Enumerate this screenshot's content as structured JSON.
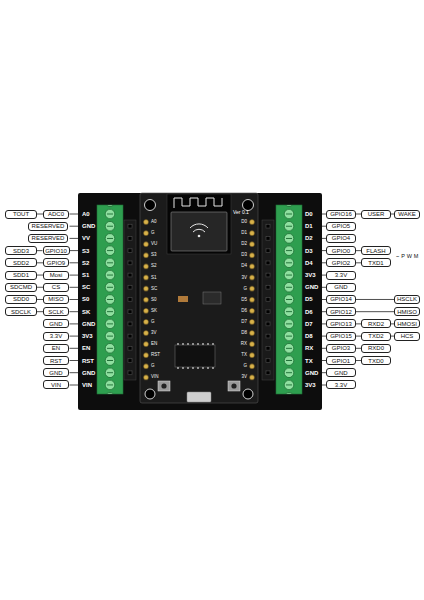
{
  "diagram": {
    "nodes": [
      {
        "text": [
          "TOUT"
        ]
      },
      {
        "text": [
          "ADC0"
        ]
      },
      {
        "text": [
          "RESERVED"
        ]
      },
      {
        "text": [
          "RESERVED"
        ]
      },
      {
        "text": [
          "SDD3"
        ]
      },
      {
        "text": [
          "GPIO10"
        ]
      },
      {
        "text": [
          "SDD2"
        ]
      },
      {
        "text": [
          "GPIO9"
        ]
      },
      {
        "text": [
          "SDD1"
        ]
      },
      {
        "text": [
          "Mosi"
        ]
      },
      {
        "text": [
          "SDCMD"
        ]
      },
      {
        "text": [
          "CS"
        ]
      },
      {
        "text": [
          "SDD0"
        ]
      },
      {
        "text": [
          "MISO"
        ]
      },
      {
        "text": [
          "SDCLK"
        ]
      },
      {
        "text": [
          "SCLK"
        ]
      },
      {
        "text": [
          "GND"
        ]
      },
      {
        "text": [
          "3.3V"
        ]
      },
      {
        "text": [
          "EN"
        ]
      },
      {
        "text": [
          "RST"
        ]
      },
      {
        "text": [
          "GND"
        ]
      },
      {
        "text": [
          "VIN"
        ]
      },
      {
        "text": [
          "GPIO16"
        ]
      },
      {
        "text": [
          "USER"
        ]
      },
      {
        "text": [
          "WAKE"
        ]
      },
      {
        "text": [
          "GPIO5"
        ]
      },
      {
        "text": [
          "GPIO4"
        ]
      },
      {
        "text": [
          "GPIO0"
        ]
      },
      {
        "text": [
          "FLASH"
        ]
      },
      {
        "text": [
          "GPIO2"
        ]
      },
      {
        "text": [
          "TXD1"
        ]
      },
      {
        "text": [
          "3.3V"
        ]
      },
      {
        "text": [
          "GND"
        ]
      },
      {
        "text": [
          "GPIO14"
        ]
      },
      {
        "text": [
          "HSCLK"
        ]
      },
      {
        "text": [
          "GPIO12"
        ]
      },
      {
        "text": [
          "HMISO"
        ]
      },
      {
        "text": [
          "GPIO13"
        ]
      },
      {
        "text": [
          "RXD2"
        ]
      },
      {
        "text": [
          "HMOSI"
        ]
      },
      {
        "text": [
          "GPIO15"
        ]
      },
      {
        "text": [
          "TXD2"
        ]
      },
      {
        "text": [
          "HCS"
        ]
      },
      {
        "text": [
          "GPIO3"
        ]
      },
      {
        "text": [
          "RXD0"
        ]
      },
      {
        "text": [
          "GPIO1"
        ]
      },
      {
        "text": [
          "TXD0"
        ]
      },
      {
        "text": [
          "GND"
        ]
      },
      {
        "text": [
          "3.3V"
        ]
      }
    ],
    "edges": [
      {
        "from": 0,
        "to": 1,
        "arrow": "none"
      },
      {
        "from": 4,
        "to": 5,
        "arrow": "none"
      },
      {
        "from": 6,
        "to": 7,
        "arrow": "none"
      },
      {
        "from": 8,
        "to": 9,
        "arrow": "none"
      },
      {
        "from": 10,
        "to": 11,
        "arrow": "none"
      },
      {
        "from": 12,
        "to": 13,
        "arrow": "none"
      },
      {
        "from": 14,
        "to": 15,
        "arrow": "none"
      },
      {
        "from": 22,
        "to": 23,
        "arrow": "none"
      },
      {
        "from": 23,
        "to": 24,
        "arrow": "none"
      },
      {
        "from": 27,
        "to": 28,
        "arrow": "none"
      },
      {
        "from": 29,
        "to": 30,
        "arrow": "none"
      },
      {
        "from": 33,
        "to": 34,
        "arrow": "none"
      },
      {
        "from": 35,
        "to": 36,
        "arrow": "none"
      },
      {
        "from": 37,
        "to": 38,
        "arrow": "none"
      },
      {
        "from": 38,
        "to": 39,
        "arrow": "none"
      },
      {
        "from": 40,
        "to": 41,
        "arrow": "none"
      },
      {
        "from": 41,
        "to": 42,
        "arrow": "none"
      },
      {
        "from": 43,
        "to": 44,
        "arrow": "none"
      },
      {
        "from": 45,
        "to": 46,
        "arrow": "none"
      }
    ],
    "labels": [
      "A0",
      "GND",
      "VV",
      "S3",
      "S2",
      "S1",
      "SC",
      "S0",
      "SK",
      "GND",
      "3V3",
      "EN",
      "RST",
      "GND",
      "VIN",
      "D0",
      "D1",
      "D2",
      "D3",
      "D4",
      "3V3",
      "GND",
      "D5",
      "D6",
      "D7",
      "D8",
      "RX",
      "TX",
      "GND",
      "3V3",
      "A0",
      "G",
      "VU",
      "S3",
      "S2",
      "S1",
      "SC",
      "S0",
      "SK",
      "G",
      "3V",
      "EN",
      "RST",
      "G",
      "VIN",
      "D0",
      "D1",
      "D2",
      "D3",
      "D4",
      "3V",
      "G",
      "D5",
      "D6",
      "D7",
      "D8",
      "RX",
      "TX",
      "G",
      "3V",
      "Ver 0.1",
      "~ P W M"
    ]
  }
}
